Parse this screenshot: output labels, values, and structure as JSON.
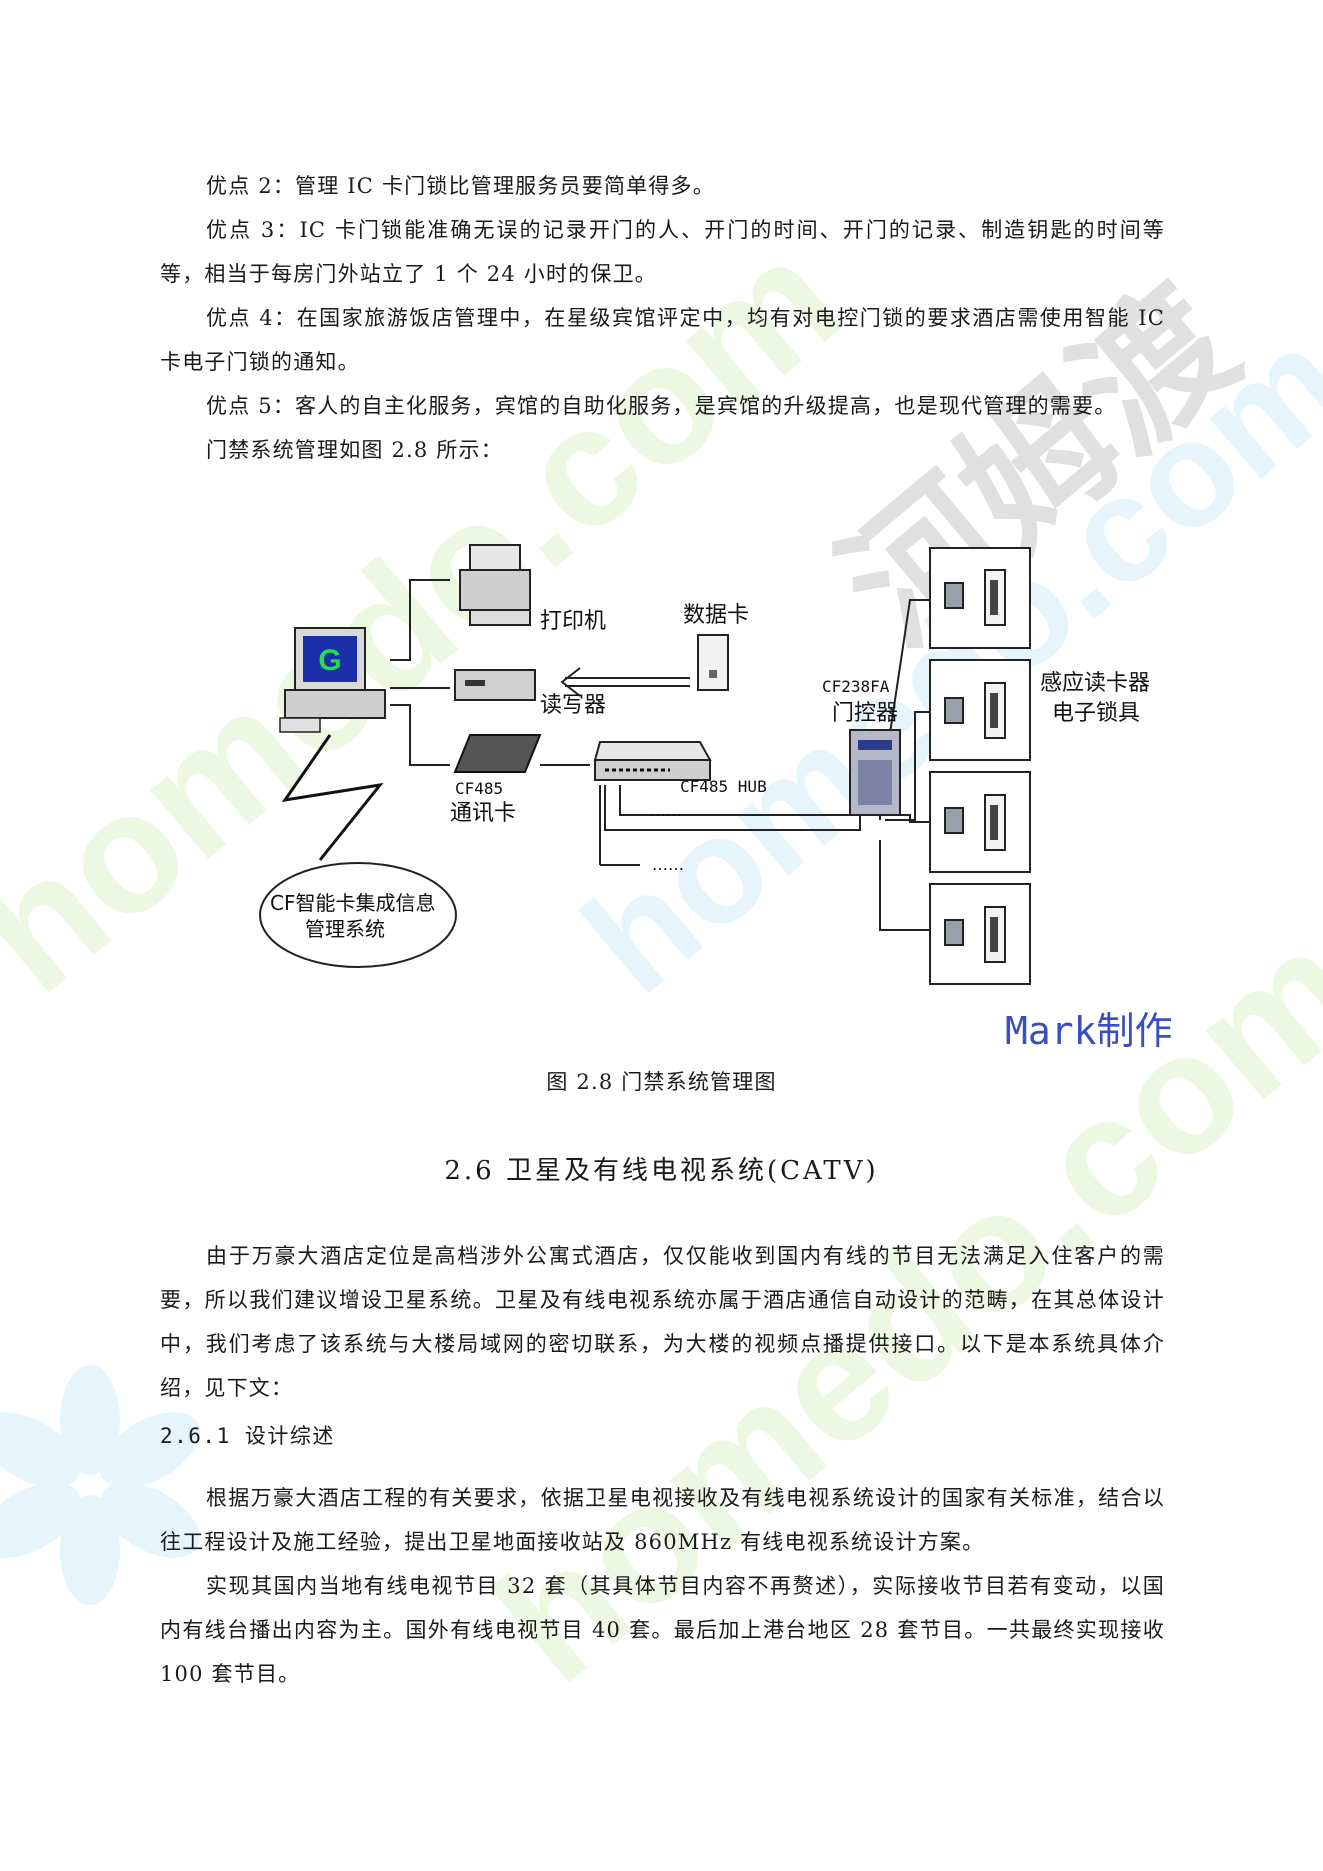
{
  "paragraphs_top": [
    "优点 2：管理 IC 卡门锁比管理服务员要简单得多。",
    "优点 3：IC 卡门锁能准确无误的记录开门的人、开门的时间、开门的记录、制造钥匙的时间等等，相当于每房门外站立了 1 个 24 小时的保卫。",
    "优点 4：在国家旅游饭店管理中，在星级宾馆评定中，均有对电控门锁的要求酒店需使用智能 IC 卡电子门锁的通知。",
    "优点 5：客人的自主化服务，宾馆的自助化服务，是宾馆的升级提高，也是现代管理的需要。",
    "门禁系统管理如图 2.8 所示："
  ],
  "figure": {
    "labels": {
      "printer": "打印机",
      "data_card": "数据卡",
      "reader_writer": "读写器",
      "comm_card_model": "CF485",
      "comm_card": "通讯卡",
      "hub": "CF485 HUB",
      "door_controller_model": "CF238FA",
      "door_controller": "门控器",
      "lock_label_1": "感应读卡器",
      "lock_label_2": "电子锁具",
      "system_line_1": "CF智能卡集成信息",
      "system_line_2": "管理系统",
      "dots_1": "……",
      "dots_2": "……",
      "monitor_logo": "G"
    },
    "mark": "Mark制作",
    "caption": "图 2.8 门禁系统管理图"
  },
  "section_title": "2.6 卫星及有线电视系统(CATV)",
  "paragraph_intro": "由于万豪大酒店定位是高档涉外公寓式酒店，仅仅能收到国内有线的节目无法满足入住客户的需要，所以我们建议增设卫星系统。卫星及有线电视系统亦属于酒店通信自动设计的范畴，在其总体设计中，我们考虑了该系统与大楼局域网的密切联系，为大楼的视频点播提供接口。以下是本系统具体介绍，见下文：",
  "subsection_title": "2.6.1 设计综述",
  "paragraphs_bottom": [
    "根据万豪大酒店工程的有关要求，依据卫星电视接收及有线电视系统设计的国家有关标准，结合以往工程设计及施工经验，提出卫星地面接收站及 860MHz 有线电视系统设计方案。",
    "实现其国内当地有线电视节目 32 套（其具体节目内容不再赘述），实际接收节目若有变动，以国内有线台播出内容为主。国外有线电视节目 40 套。最后加上港台地区 28 套节目。一共最终实现接收 100 套节目。"
  ],
  "watermark": {
    "logo_text": "河姆渡",
    "site_text_1": "homedo.com",
    "site_text_2": "homedo.com",
    "site_text_3": "homedo.com"
  }
}
